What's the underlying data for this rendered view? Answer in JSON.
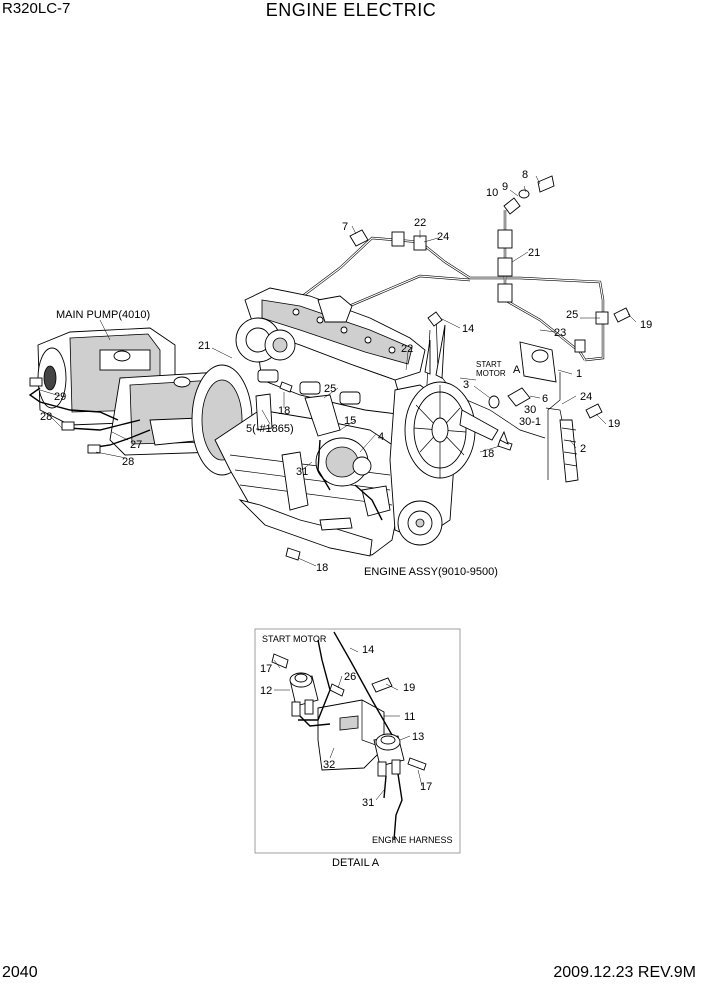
{
  "header": {
    "model": "R320LC-7",
    "title": "ENGINE ELECTRIC"
  },
  "footer": {
    "page": "2040",
    "date_rev": "2009.12.23  REV.9M"
  },
  "captions": {
    "main_pump": "MAIN PUMP(4010)",
    "engine_assy": "ENGINE ASSY(9010-9500)",
    "start_motor_top": [
      "START",
      "MOTOR"
    ],
    "start_motor_detail": "START MOTOR",
    "engine_harness": "ENGINE HARNESS",
    "detail_a": "DETAIL A",
    "detail_marker": "A"
  },
  "callouts": {
    "main": [
      "1",
      "2",
      "3",
      "4",
      "5(-#1865)",
      "6",
      "7",
      "8",
      "9",
      "10",
      "14",
      "15",
      "18",
      "18",
      "18",
      "19",
      "19",
      "21",
      "21",
      "22",
      "22",
      "23",
      "24",
      "24",
      "25",
      "25",
      "27",
      "28",
      "28",
      "29",
      "30",
      "30-1",
      "31"
    ],
    "detail": [
      "11",
      "12",
      "13",
      "14",
      "17",
      "17",
      "19",
      "26",
      "31",
      "32"
    ]
  }
}
